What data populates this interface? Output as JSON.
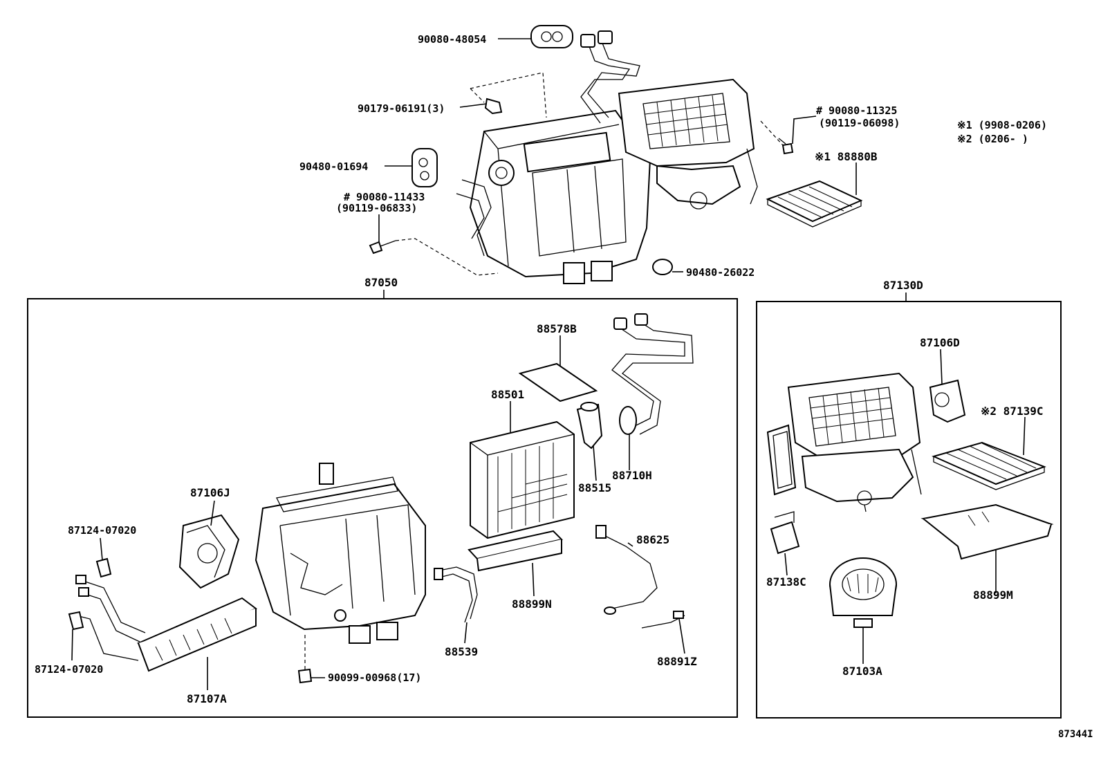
{
  "labels": {
    "p90080_48054": "90080-48054",
    "p90179_06191": "90179-06191(3)",
    "p90480_01694": "90480-01694",
    "p90080_11433": "# 90080-11433",
    "p90119_06833": "(90119-06833)",
    "p90080_11325": "# 90080-11325",
    "p90119_06098": "(90119-06098)",
    "p90480_26022": "90480-26022",
    "p88880B": "※1 88880B",
    "note1": "※1  (9908-0206)",
    "note2": "※2  (0206-       )",
    "p87050": "87050",
    "p87130D": "87130D",
    "p88578B": "88578B",
    "p88501": "88501",
    "p88515": "88515",
    "p88710H": "88710H",
    "p87106J": "87106J",
    "p87124_a": "87124-07020",
    "p87124_b": "87124-07020",
    "p88625": "88625",
    "p88899N": "88899N",
    "p88539": "88539",
    "p88891Z": "88891Z",
    "p87107A": "87107A",
    "p90099_00968": "90099-00968(17)",
    "p87106D": "87106D",
    "p87139C": "※2 87139C",
    "p87138C": "87138C",
    "p88899M": "88899M",
    "p87103A": "87103A",
    "code": "87344I"
  }
}
